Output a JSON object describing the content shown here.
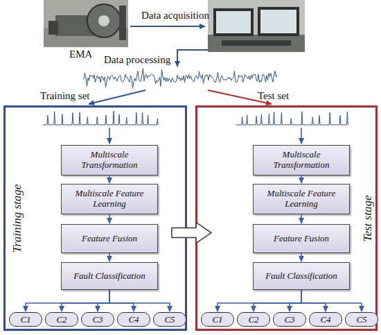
{
  "diagram": {
    "nodes": [
      {
        "text": [
          "Training stage"
        ]
      },
      {
        "text": [
          "Multiscale Transformation"
        ],
        "in": 0
      },
      {
        "text": [
          "Multiscale Feature Learning"
        ],
        "in": 0
      },
      {
        "text": [
          "Feature Fusion"
        ],
        "in": 0
      },
      {
        "text": [
          "Fault Classification"
        ],
        "in": 0
      },
      {
        "text": [
          "C1"
        ],
        "in": 0
      },
      {
        "text": [
          "C2"
        ],
        "in": 0
      },
      {
        "text": [
          "C3"
        ],
        "in": 0
      },
      {
        "text": [
          "C4"
        ],
        "in": 0
      },
      {
        "text": [
          "C5"
        ],
        "in": 0
      },
      {
        "text": [
          "Test stage"
        ]
      },
      {
        "text": [
          "Multiscale Transformation"
        ],
        "in": 10
      },
      {
        "text": [
          "Multiscale Feature Learning"
        ],
        "in": 10
      },
      {
        "text": [
          "Feature Fusion"
        ],
        "in": 10
      },
      {
        "text": [
          "Fault Classification"
        ],
        "in": 10
      },
      {
        "text": [
          "C1"
        ],
        "in": 10
      },
      {
        "text": [
          "C2"
        ],
        "in": 10
      },
      {
        "text": [
          "C3"
        ],
        "in": 10
      },
      {
        "text": [
          "C4"
        ],
        "in": 10
      },
      {
        "text": [
          "C5"
        ],
        "in": 10
      }
    ],
    "edges": [
      {
        "from": 1,
        "to": 2,
        "arrow": "to"
      },
      {
        "from": 2,
        "to": 3,
        "arrow": "to"
      },
      {
        "from": 3,
        "to": 4,
        "arrow": "to"
      },
      {
        "from": 4,
        "to": 5,
        "arrow": "to"
      },
      {
        "from": 4,
        "to": 6,
        "arrow": "to"
      },
      {
        "from": 4,
        "to": 7,
        "arrow": "to"
      },
      {
        "from": 4,
        "to": 8,
        "arrow": "to"
      },
      {
        "from": 4,
        "to": 9,
        "arrow": "to"
      },
      {
        "from": 11,
        "to": 12,
        "arrow": "to"
      },
      {
        "from": 12,
        "to": 13,
        "arrow": "to"
      },
      {
        "from": 13,
        "to": 14,
        "arrow": "to"
      },
      {
        "from": 14,
        "to": 15,
        "arrow": "to"
      },
      {
        "from": 14,
        "to": 16,
        "arrow": "to"
      },
      {
        "from": 14,
        "to": 17,
        "arrow": "to"
      },
      {
        "from": 14,
        "to": 18,
        "arrow": "to"
      },
      {
        "from": 14,
        "to": 19,
        "arrow": "to"
      },
      {
        "from": 0,
        "to": 10,
        "arrow": "to"
      }
    ],
    "labels": [
      "EMA",
      "Data acquisition",
      "Data processing",
      "Training set",
      "Test set"
    ]
  }
}
